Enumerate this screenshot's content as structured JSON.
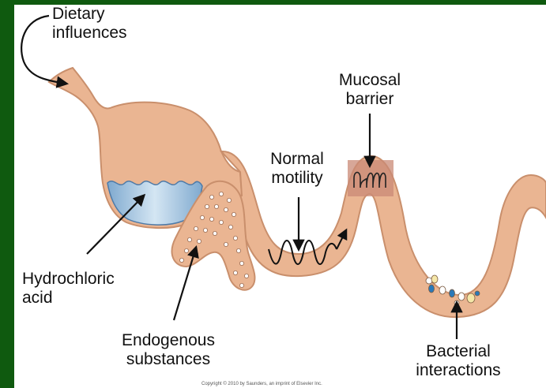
{
  "diagram": {
    "labels": {
      "dietary": [
        "Dietary",
        "influences"
      ],
      "mucosal": [
        "Mucosal",
        "barrier"
      ],
      "motility": [
        "Normal",
        "motility"
      ],
      "hcl": [
        "Hydrochloric",
        "acid"
      ],
      "endogenous": [
        "Endogenous",
        "substances"
      ],
      "bacterial": [
        "Bacterial",
        "interactions"
      ]
    },
    "copyright": "Copyright © 2010 by Saunders, an imprint of Elsevier Inc."
  },
  "colors": {
    "background": "#0f5a0f",
    "panel": "#ffffff",
    "tissue": "#eab592",
    "tissue_outline": "#c98f6c",
    "acid": "#a9c9e3",
    "barrier_box": "#c98a76",
    "line": "#111111"
  }
}
